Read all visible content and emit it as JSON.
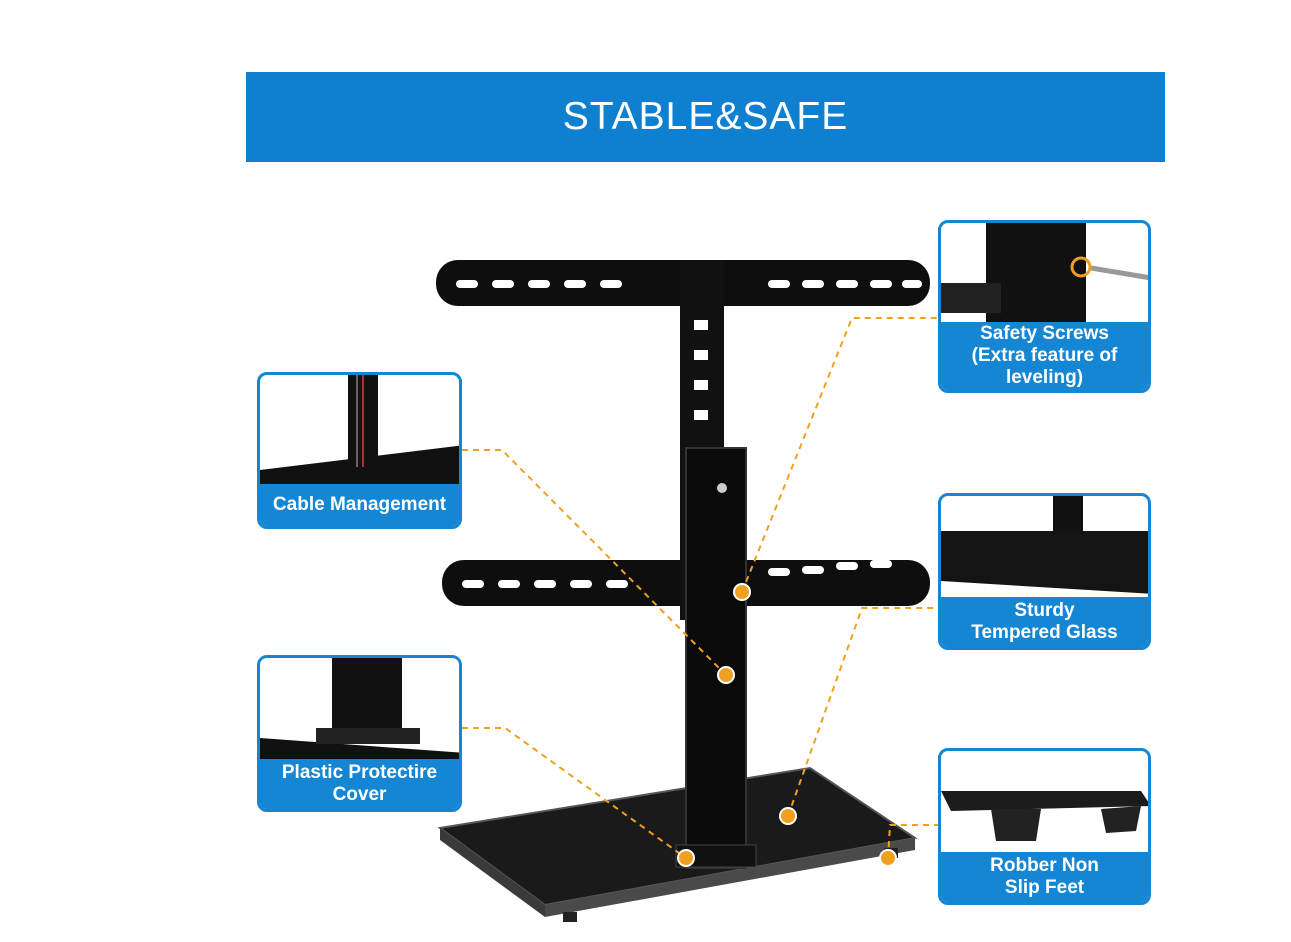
{
  "banner": {
    "title": "STABLE&SAFE"
  },
  "callouts": {
    "cable": "Cable Management",
    "cover_line1": "Plastic Protectire",
    "cover_line2": "Cover",
    "screws_line1": "Safety Screws",
    "screws_line2": "(Extra feature of",
    "screws_line3": "leveling)",
    "glass_line1": "Sturdy",
    "glass_line2": "Tempered Glass",
    "feet_line1": "Robber Non",
    "feet_line2": "Slip Feet"
  },
  "colors": {
    "accent_blue": "#1586d4",
    "banner_blue": "#0f7fd0",
    "marker_orange": "#f0a020"
  }
}
